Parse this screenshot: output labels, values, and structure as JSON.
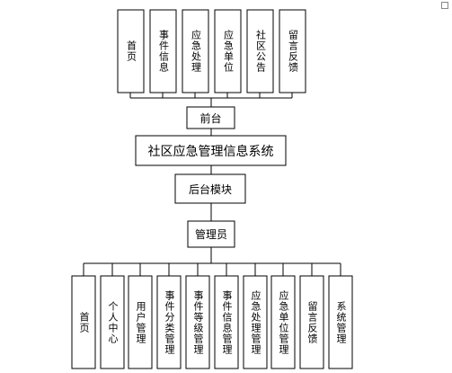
{
  "frontend_modules": [
    "首页",
    "事件信息",
    "应急处理",
    "应急单位",
    "社区公告",
    "留言反馈"
  ],
  "frontend_label": "前台",
  "system_title": "社区应急管理信息系统",
  "backend_label": "后台模块",
  "admin_label": "管理员",
  "admin_modules": [
    "首页",
    "个人中心",
    "用户管理",
    "事件分类管理",
    "事件等级管理",
    "事件信息管理",
    "应急处理管理",
    "应急单位管理",
    "留言反馈",
    "系统管理"
  ]
}
